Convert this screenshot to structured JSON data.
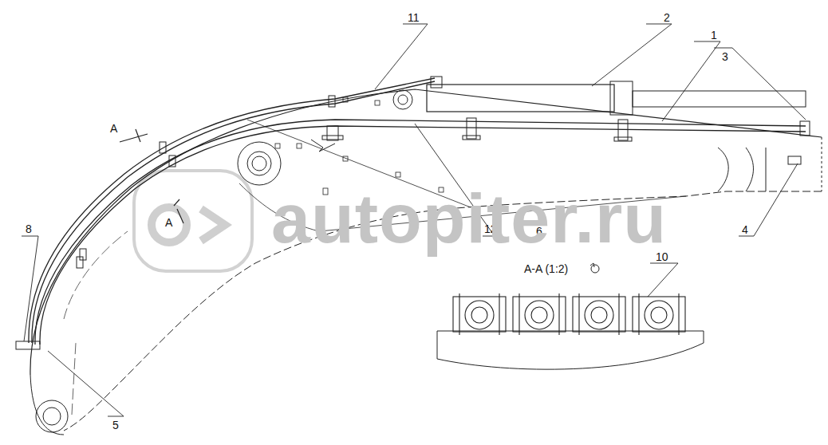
{
  "diagram": {
    "labels": [
      "11",
      "2",
      "1",
      "3",
      "A",
      "A",
      "12",
      "6",
      "4",
      "8",
      "5",
      "A-A (1:2)",
      "10",
      "autopiter.ru"
    ]
  }
}
